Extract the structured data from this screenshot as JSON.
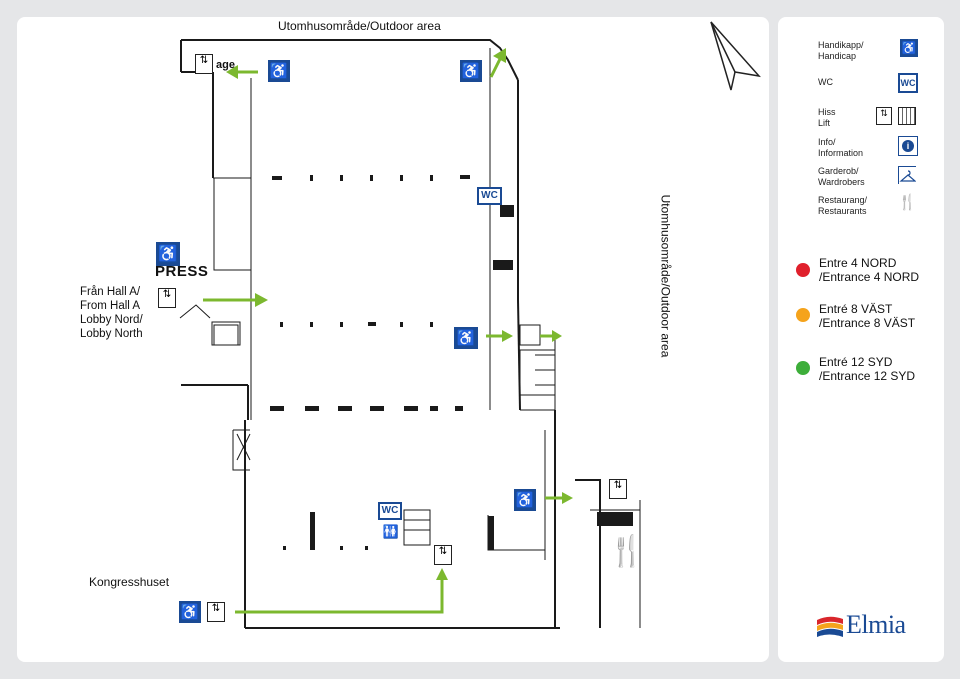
{
  "map": {
    "outdoor_top": "Utomhusområde/Outdoor area",
    "outdoor_right": "Utomhusområde/Outdoor area",
    "from_hall_a": [
      "Från Hall A/",
      "From Hall A",
      "Lobby Nord/",
      "Lobby North"
    ],
    "kongresshuset": "Kongresshuset",
    "press_sign": "PRESS",
    "sage_fragment": "age",
    "wc_label": "WC",
    "accent_color": "#7cb82f",
    "wall_color": "#1a1a1a",
    "handicap_color": "#1a4a94"
  },
  "legend": {
    "items": [
      {
        "label": [
          "Handikapp/",
          "Handicap"
        ],
        "icon": "wheelchair-icon"
      },
      {
        "label": [
          "WC"
        ],
        "icon": "wc-icon"
      },
      {
        "label": [
          "Hiss",
          "Lift"
        ],
        "icon": "lift-icon"
      },
      {
        "label": [
          "Info/",
          "Information"
        ],
        "icon": "info-icon"
      },
      {
        "label": [
          "Garderob/",
          "Wardrobers"
        ],
        "icon": "hanger-icon"
      },
      {
        "label": [
          "Restaurang/",
          "Restaurants"
        ],
        "icon": "restaurant-icon"
      }
    ],
    "entrances": [
      {
        "label": [
          "Entre 4 NORD",
          "/Entrance 4 NORD"
        ],
        "color": "#e0202c"
      },
      {
        "label": [
          "Entré 8 VÄST",
          "/Entrance 8 VÄST"
        ],
        "color": "#f5a31b"
      },
      {
        "label": [
          "Entré 12 SYD",
          "/Entrance 12 SYD"
        ],
        "color": "#3dae3a"
      }
    ],
    "logo_text": "Elmia",
    "compass_icon": "north-arrow-icon"
  }
}
